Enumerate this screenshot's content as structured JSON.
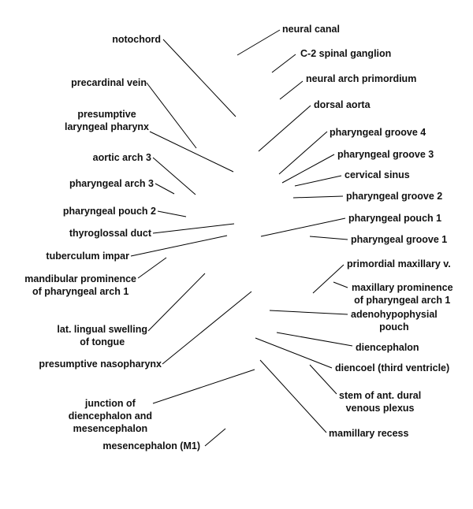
{
  "labels": {
    "notochord": "notochord",
    "precardinal_vein": "precardinal vein",
    "presumptive_laryngeal_pharynx": "presumptive\nlaryngeal pharynx",
    "aortic_arch_3": "aortic arch 3",
    "pharyngeal_arch_3": "pharyngeal arch 3",
    "pharyngeal_pouch_2": "pharyngeal pouch 2",
    "thyroglossal_duct": "thyroglossal duct",
    "tuberculum_impar": "tuberculum impar",
    "mandibular_prominence": "mandibular prominence\nof pharyngeal arch 1",
    "lat_lingual_swelling": "lat. lingual swelling\nof tongue",
    "presumptive_nasopharynx": "presumptive nasopharynx",
    "junction_di_mes": "junction of\ndiencephalon and\nmesencephalon",
    "mesencephalon": "mesencephalon (M1)",
    "neural_canal": "neural canal",
    "c2_spinal_ganglion": "C-2 spinal ganglion",
    "neural_arch_primordium": "neural arch primordium",
    "dorsal_aorta": "dorsal aorta",
    "pharyngeal_groove_4": "pharyngeal groove 4",
    "pharyngeal_groove_3": "pharyngeal groove 3",
    "cervical_sinus": "cervical sinus",
    "pharyngeal_groove_2": "pharyngeal groove 2",
    "pharyngeal_pouch_1": "pharyngeal pouch 1",
    "pharyngeal_groove_1": "pharyngeal groove 1",
    "primordial_maxillary_v": "primordial maxillary v.",
    "maxillary_prominence": "maxillary prominence\nof pharyngeal arch 1",
    "adenohypophysial_pouch": "adenohypophysial\npouch",
    "diencephalon": "diencephalon",
    "diencoel": "diencoel (third ventricle)",
    "stem_ant_dural": "stem of ant. dural\nvenous plexus",
    "mamillary_recess": "mamillary recess"
  }
}
